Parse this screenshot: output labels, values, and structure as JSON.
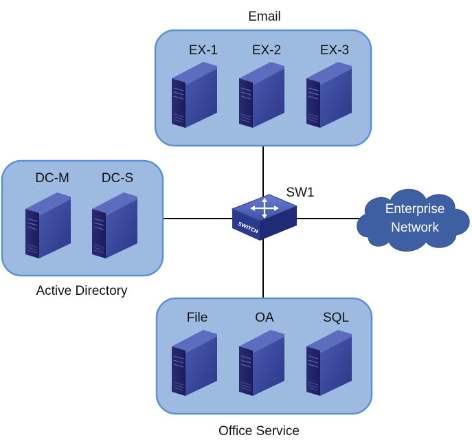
{
  "colors": {
    "group_fill": "#9dbbe0",
    "group_stroke": "#5b8fd6",
    "server_front": "#25246a",
    "server_side": "#3d4a9c",
    "server_top": "#5a6bc0",
    "cloud_fill": "#3f5fa3",
    "link": "#000000"
  },
  "groups": {
    "email": {
      "title": "Email",
      "servers": [
        "EX-1",
        "EX-2",
        "EX-3"
      ]
    },
    "active_directory": {
      "title": "Active Directory",
      "servers": [
        "DC-M",
        "DC-S"
      ]
    },
    "office_service": {
      "title": "Office Service",
      "servers": [
        "File",
        "OA",
        "SQL"
      ]
    }
  },
  "switch": {
    "name": "SW1",
    "icon_text": "SWITCH",
    "icon": "switch-icon"
  },
  "cloud": {
    "line1": "Enterprise",
    "line2": "Network",
    "icon": "cloud-icon"
  }
}
